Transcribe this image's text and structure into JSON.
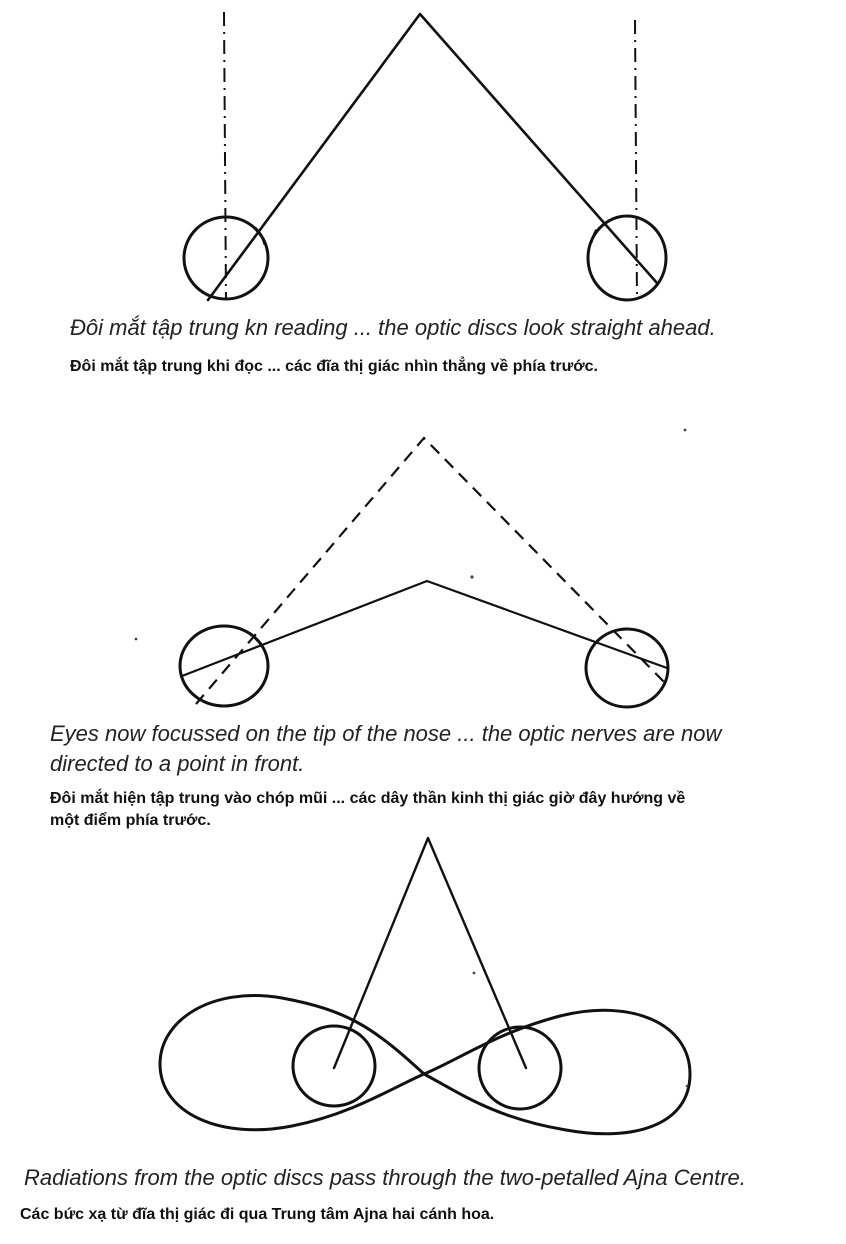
{
  "panels": [
    {
      "caption_en": "Đôi mắt tập trung kn reading ... the optic discs look straight ahead.",
      "caption_vi": "Đôi mắt tập trung khi đọc ... các đĩa thị giác nhìn thẳng về phía trước."
    },
    {
      "caption_en_line1": "Eyes now focussed on the tip of the nose ... the optic nerves are now",
      "caption_en_line2": "directed to a point in front.",
      "caption_vi_line1": "Đôi mắt hiện tập trung vào chóp mũi ... các dây thần kinh thị giác giờ đây hướng về",
      "caption_vi_line2": "một điểm phía trước."
    },
    {
      "caption_en": "Radiations from the optic discs pass through the two-petalled Ajna Centre.",
      "caption_vi": "Các bức xạ từ đĩa thị giác đi qua Trung tâm Ajna hai cánh hoa."
    }
  ]
}
